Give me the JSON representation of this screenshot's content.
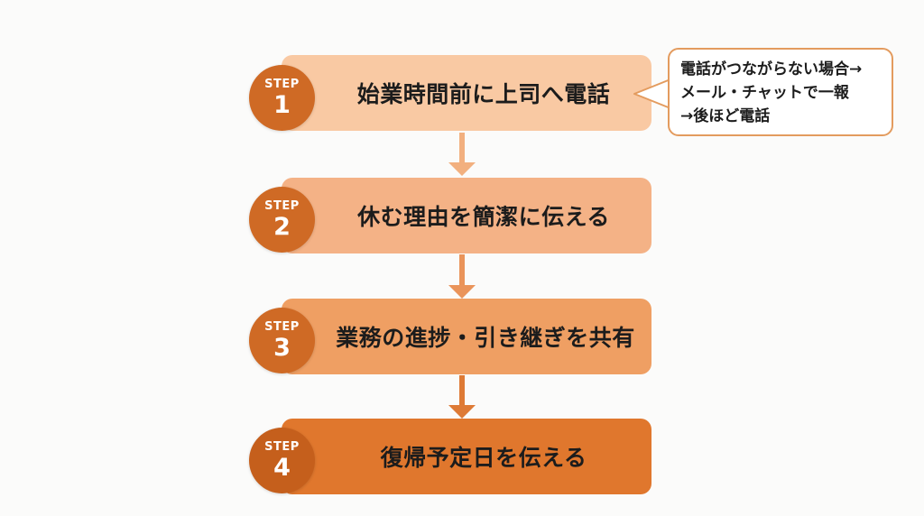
{
  "steps": [
    {
      "badge_word": "STEP",
      "number": "1",
      "label": "始業時間前に上司へ電話",
      "bar_color": "#f9c9a3",
      "badge_color": "#cf6a25"
    },
    {
      "badge_word": "STEP",
      "number": "2",
      "label": "休む理由を簡潔に伝える",
      "bar_color": "#f4b286",
      "badge_color": "#cf6a25"
    },
    {
      "badge_word": "STEP",
      "number": "3",
      "label": "業務の進捗・引き継ぎを共有",
      "bar_color": "#ef9f63",
      "badge_color": "#cf6a25"
    },
    {
      "badge_word": "STEP",
      "number": "4",
      "label": "復帰予定日を伝える",
      "bar_color": "#e0772d",
      "badge_color": "#c55f1c"
    }
  ],
  "arrow_colors": [
    "#f2b07f",
    "#ea945a",
    "#de7a35"
  ],
  "callout": {
    "lines": [
      "電話がつながらない場合→",
      "メール・チャットで一報",
      "→後ほど電話"
    ],
    "border_color": "#e39b5e"
  }
}
